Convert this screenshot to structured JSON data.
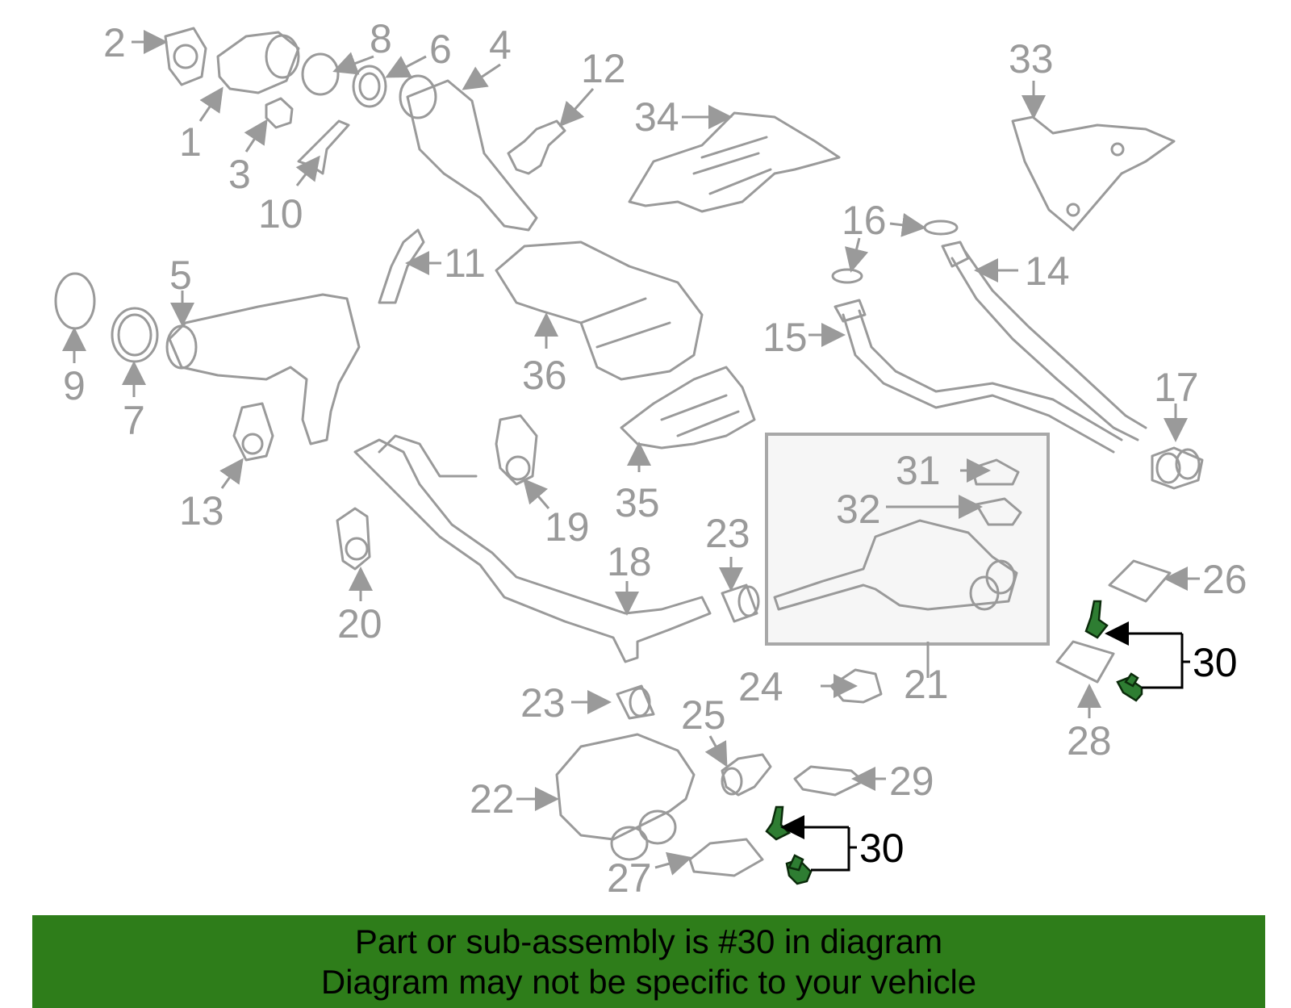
{
  "diagram": {
    "callouts": {
      "c1": "1",
      "c2": "2",
      "c3": "3",
      "c4": "4",
      "c5": "5",
      "c6": "6",
      "c7": "7",
      "c8": "8",
      "c9": "9",
      "c10": "10",
      "c11": "11",
      "c12": "12",
      "c13": "13",
      "c14": "14",
      "c15": "15",
      "c16": "16",
      "c17": "17",
      "c18": "18",
      "c19": "19",
      "c20": "20",
      "c21": "21",
      "c22": "22",
      "c23a": "23",
      "c23b": "23",
      "c24": "24",
      "c25": "25",
      "c26": "26",
      "c27": "27",
      "c28": "28",
      "c29": "29",
      "c30a": "30",
      "c30b": "30",
      "c31": "31",
      "c32": "32",
      "c33": "33",
      "c34": "34",
      "c35": "35",
      "c36": "36"
    },
    "highlight_part": "30",
    "colors": {
      "line": "#9a9a9a",
      "highlight": "#000000",
      "part_fill": "#2e7d32",
      "banner": "#2e7d1a"
    }
  },
  "banner": {
    "line1": "Part or sub-assembly is #30 in diagram",
    "line2": "Diagram may not be specific to your vehicle"
  }
}
